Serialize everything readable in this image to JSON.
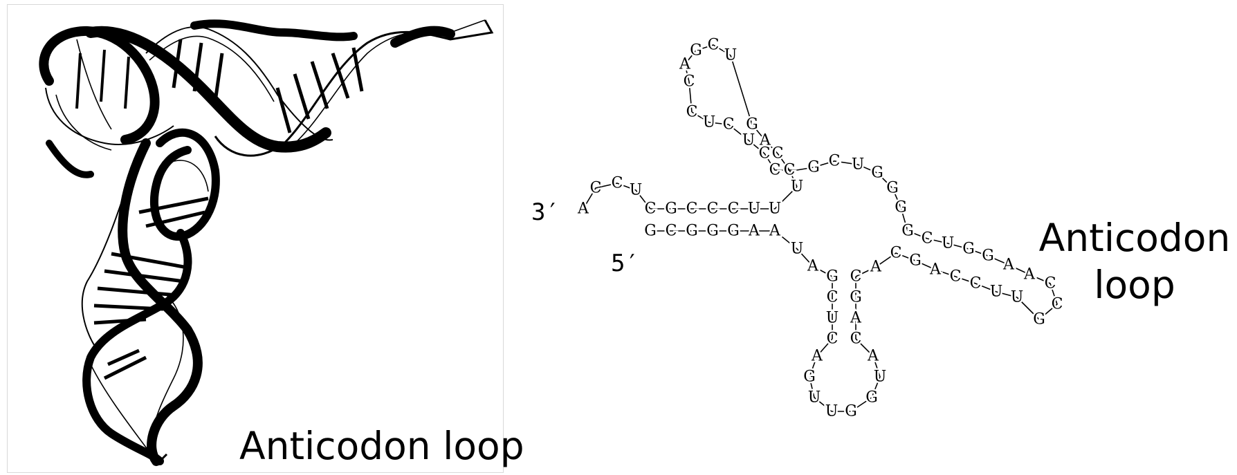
{
  "captions": {
    "left": "Anticodon loop",
    "right_line1": "Anticodon",
    "right_line2": "loop"
  },
  "terminals": {
    "three_prime": "3′",
    "five_prime": "5′"
  },
  "sequence": {
    "tail_3prime": [
      "A",
      "C",
      "C",
      "U"
    ],
    "acceptor_top": [
      "C",
      "G",
      "C",
      "C",
      "C",
      "U",
      "U"
    ],
    "acceptor_bottom": [
      "G",
      "C",
      "G",
      "G",
      "G",
      "A",
      "A"
    ],
    "d_arm_inner": [
      "U",
      "C",
      "C",
      "A",
      "G"
    ],
    "d_arm_outer": [
      "C",
      "U",
      "C",
      "U",
      "C",
      "C"
    ],
    "d_loop": [
      "C",
      "A",
      "G",
      "C",
      "U"
    ],
    "central_loop": [
      "G",
      "C",
      "U",
      "G",
      "G",
      "G"
    ],
    "t_arm_top": [
      "G",
      "C",
      "U",
      "G",
      "G",
      "A",
      "A"
    ],
    "t_arm_bottom": [
      "C",
      "G",
      "A",
      "C",
      "C",
      "U",
      "U"
    ],
    "t_loop": [
      "C",
      "C",
      "G"
    ],
    "junction_left": [
      "U",
      "A"
    ],
    "junction_right": [
      "A"
    ],
    "anticodon_stem_left": [
      "G",
      "C",
      "U",
      "C"
    ],
    "anticodon_stem_right": [
      "C",
      "G",
      "A",
      "C"
    ],
    "anticodon_loop": [
      "A",
      "G",
      "U",
      "U",
      "G",
      "G",
      "U",
      "A"
    ]
  },
  "colors": {
    "ink": "#000000",
    "background": "#ffffff",
    "panel_border": "#d8d8d8"
  }
}
